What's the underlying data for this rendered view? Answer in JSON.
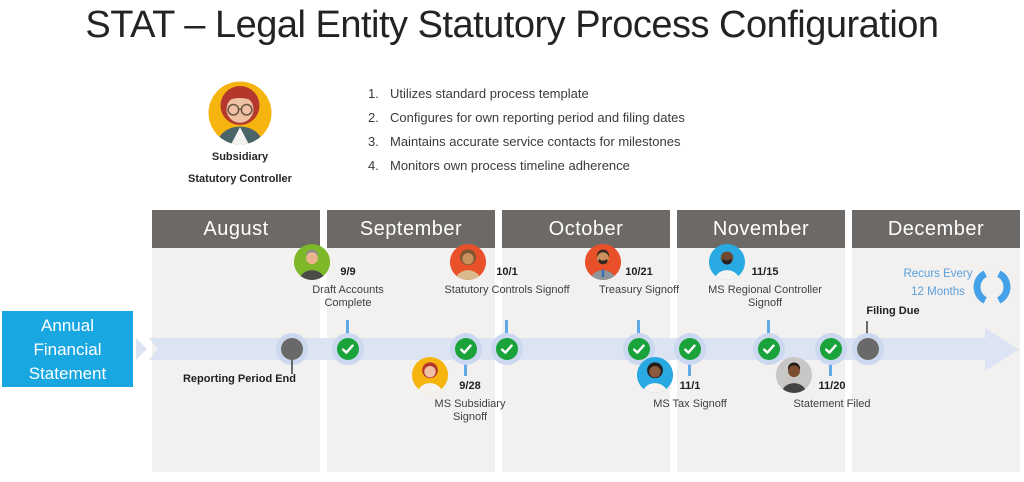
{
  "title": "STAT – Legal Entity Statutory Process Configuration",
  "persona": {
    "role_line1": "Subsidiary",
    "role_line2": "Statutory Controller",
    "avatar": "red-haired-woman-glasses-yellow"
  },
  "responsibilities": [
    {
      "num": "1.",
      "text": "Utilizes standard process template"
    },
    {
      "num": "2.",
      "text": "Configures for own reporting period and filing dates"
    },
    {
      "num": "3.",
      "text": "Maintains accurate service contacts for milestones"
    },
    {
      "num": "4.",
      "text": "Monitors own process timeline adherence"
    }
  ],
  "months": [
    "August",
    "September",
    "October",
    "November",
    "December"
  ],
  "start_box": {
    "line1": "Annual",
    "line2": "Financial",
    "line3": "Statement"
  },
  "milestones": [
    {
      "id": "reporting-period-end",
      "date": "",
      "label": "Reporting Period End",
      "kind": "marker",
      "side": "bottom",
      "month": "August"
    },
    {
      "id": "draft-accounts-complete",
      "date": "9/9",
      "label": "Draft Accounts Complete",
      "kind": "signoff-complete",
      "side": "top",
      "avatar": "gray-haired-man-green"
    },
    {
      "id": "ms-subsidiary-signoff",
      "date": "9/28",
      "label": "MS Subsidiary Signoff",
      "kind": "signoff-complete",
      "side": "bottom",
      "avatar": "red-haired-woman-yellow"
    },
    {
      "id": "statutory-controls-signoff",
      "date": "10/1",
      "label": "Statutory Controls Signoff",
      "kind": "signoff-complete",
      "side": "top",
      "avatar": "brown-haired-woman-orange"
    },
    {
      "id": "treasury-signoff",
      "date": "10/21",
      "label": "Treasury Signoff",
      "kind": "signoff-complete",
      "side": "top",
      "avatar": "bearded-man-orange"
    },
    {
      "id": "ms-tax-signoff",
      "date": "11/1",
      "label": "MS Tax Signoff",
      "kind": "signoff-complete",
      "side": "bottom",
      "avatar": "dark-haired-woman-blue"
    },
    {
      "id": "ms-regional-controller-signoff",
      "date": "11/15",
      "label": "MS Regional Controller Signoff",
      "kind": "signoff-complete",
      "side": "top",
      "avatar": "bald-bearded-man-blue"
    },
    {
      "id": "statement-filed",
      "date": "11/20",
      "label": "Statement Filed",
      "kind": "signoff-complete",
      "side": "bottom",
      "avatar": "short-haired-man-gray"
    },
    {
      "id": "filing-due",
      "date": "",
      "label": "Filing Due",
      "kind": "marker",
      "side": "top",
      "month": "December"
    }
  ],
  "recurrence": {
    "line1": "Recurs Every",
    "line2": "12 Months",
    "icon": "sync-refresh-icon"
  },
  "colors": {
    "month_header": "#6C6966",
    "column_bg": "#F2F1F0",
    "timeline_band": "#DCE3F3",
    "halo": "#CBD8F0",
    "check_green": "#19A33A",
    "marker_gray": "#696969",
    "tick_blue": "#5EA9E8",
    "start_box_blue": "#19A7E2",
    "recur_blue": "#5B9FDB",
    "recur_icon_blue": "#45A1E8",
    "avatar_green": "#7CB828",
    "avatar_orange": "#E8502A",
    "avatar_blue": "#29A9E2",
    "avatar_yellow": "#F6B40F",
    "avatar_gray": "#C9C7C5"
  }
}
